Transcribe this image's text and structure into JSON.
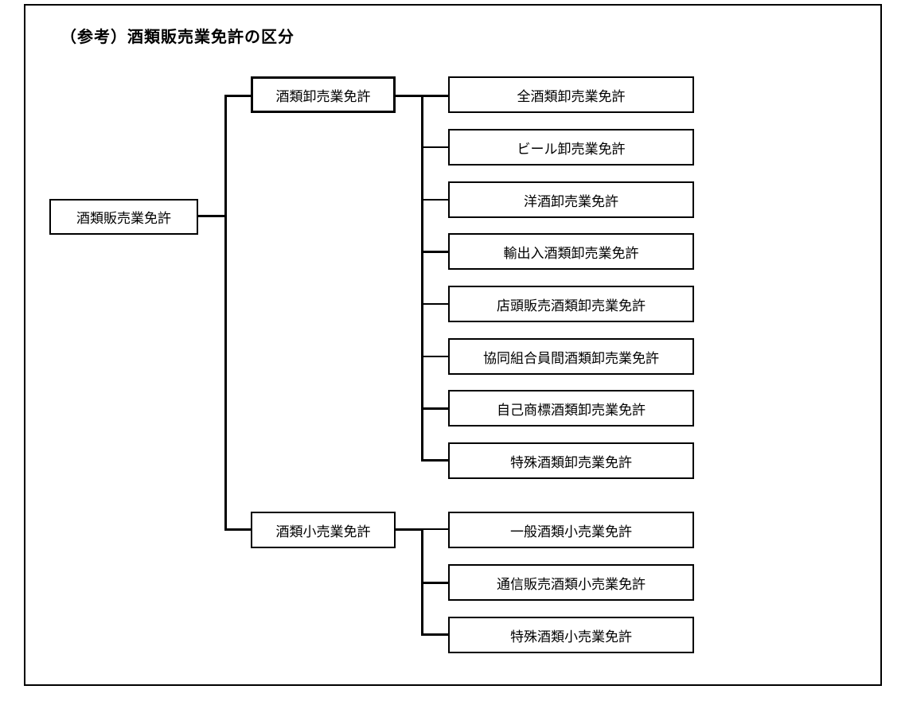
{
  "title": "（参考）酒類販売業免許の区分",
  "root": {
    "label": "酒類販売業免許"
  },
  "branches": [
    {
      "label": "酒類卸売業免許",
      "children": [
        "全酒類卸売業免許",
        "ビール卸売業免許",
        "洋酒卸売業免許",
        "輸出入酒類卸売業免許",
        "店頭販売酒類卸売業免許",
        "協同組合員間酒類卸売業免許",
        "自己商標酒類卸売業免許",
        "特殊酒類卸売業免許"
      ]
    },
    {
      "label": "酒類小売業免許",
      "children": [
        "一般酒類小売業免許",
        "通信販売酒類小売業免許",
        "特殊酒類小売業免許"
      ]
    }
  ]
}
